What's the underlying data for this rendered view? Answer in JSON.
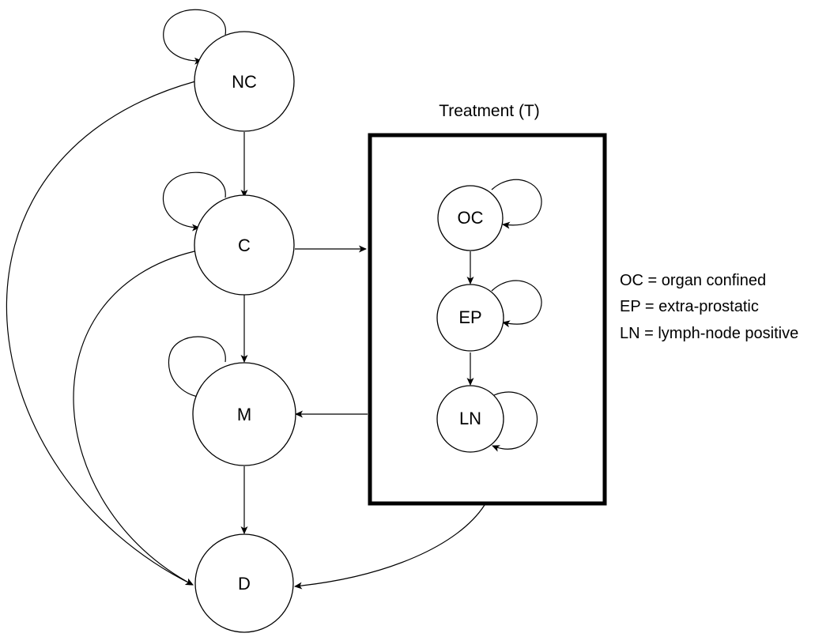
{
  "treatment_box": {
    "title": "Treatment (T)"
  },
  "nodes": {
    "nc": {
      "label": "NC"
    },
    "c": {
      "label": "C"
    },
    "m": {
      "label": "M"
    },
    "d": {
      "label": "D"
    },
    "oc": {
      "label": "OC"
    },
    "ep": {
      "label": "EP"
    },
    "ln": {
      "label": "LN"
    }
  },
  "legend": {
    "items": [
      "OC = organ confined",
      "EP = extra-prostatic",
      "LN = lymph-node positive"
    ]
  },
  "colors": {
    "stroke": "#000000",
    "background": "#ffffff"
  }
}
